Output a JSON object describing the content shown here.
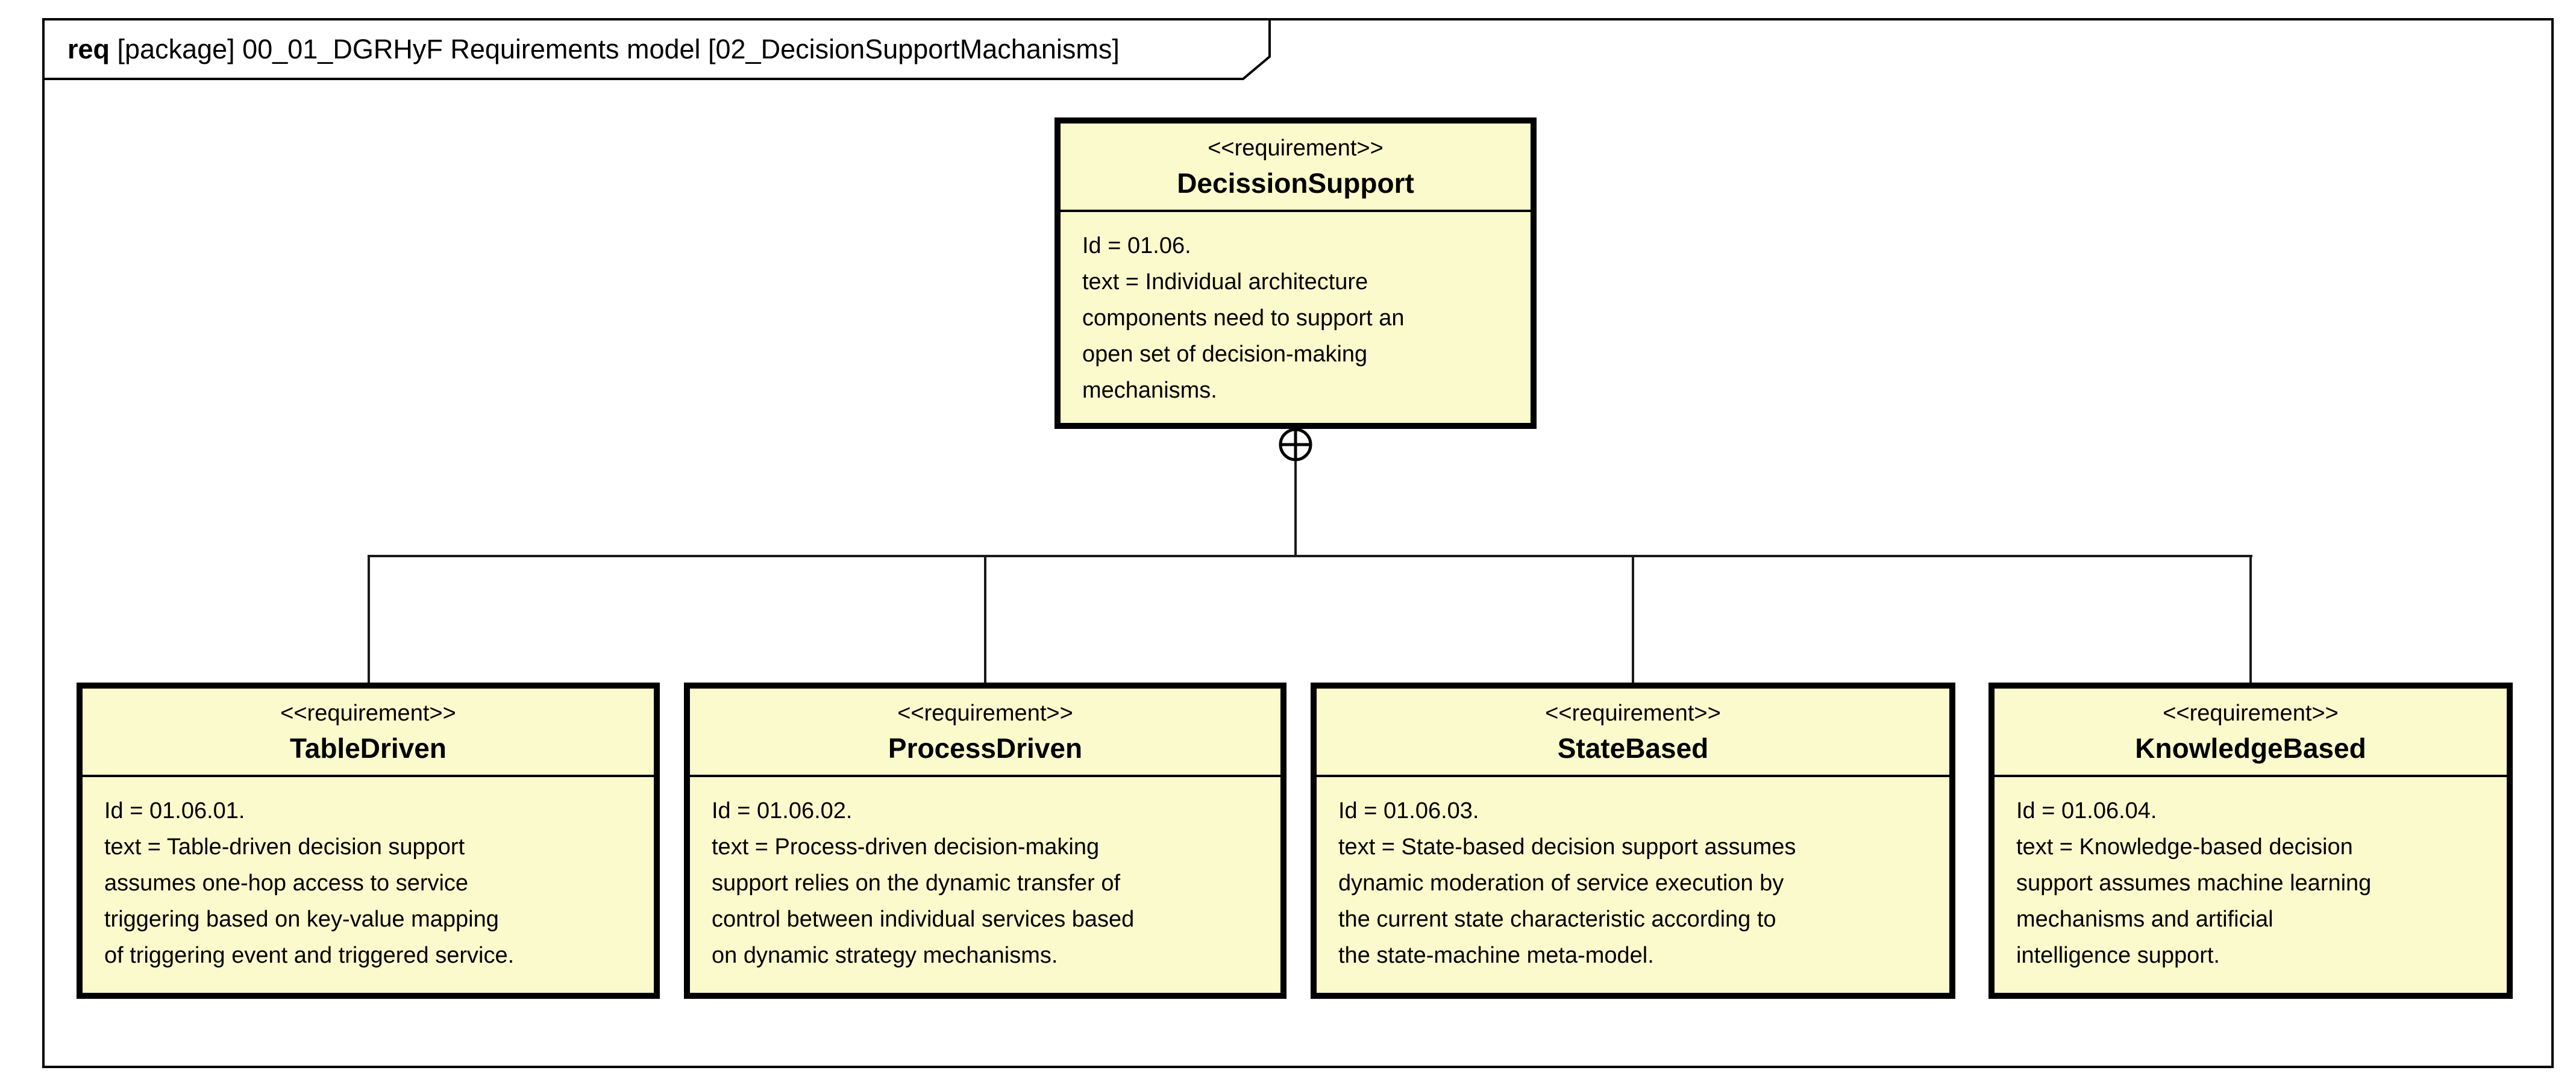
{
  "frame": {
    "keyword_bold": "req",
    "title_rest": " [package] 00_01_DGRHyF Requirements model [02_DecisionSupportMachanisms]"
  },
  "connector": {
    "containment_symbol": "circle-plus (UML containment)"
  },
  "colors": {
    "node_fill": "#fbfacc",
    "node_border": "#000000",
    "line": "#1a1a1a",
    "background": "#ffffff"
  },
  "nodes": [
    {
      "stereotype": "<<requirement>>",
      "name": "DecissionSupport",
      "body_lines": [
        "Id = 01.06.",
        "text = Individual architecture",
        "components need to support an",
        "open set of decision-making",
        "mechanisms."
      ]
    },
    {
      "stereotype": "<<requirement>>",
      "name": "TableDriven",
      "body_lines": [
        "Id = 01.06.01.",
        "text = Table-driven decision support",
        "assumes one-hop access to service",
        "triggering based on key-value mapping",
        "of triggering event and triggered service."
      ]
    },
    {
      "stereotype": "<<requirement>>",
      "name": "ProcessDriven",
      "body_lines": [
        "Id = 01.06.02.",
        "text = Process-driven decision-making",
        "support relies on the dynamic transfer of",
        "control between individual services based",
        "on dynamic strategy mechanisms."
      ]
    },
    {
      "stereotype": "<<requirement>>",
      "name": "StateBased",
      "body_lines": [
        "Id = 01.06.03.",
        "text = State-based decision support assumes",
        "dynamic moderation of service execution by",
        "the current state characteristic according to",
        "the state-machine meta-model."
      ]
    },
    {
      "stereotype": "<<requirement>>",
      "name": "KnowledgeBased",
      "body_lines": [
        "Id = 01.06.04.",
        "text = Knowledge-based decision",
        "support assumes machine learning",
        "mechanisms and artificial",
        "intelligence support."
      ]
    }
  ]
}
